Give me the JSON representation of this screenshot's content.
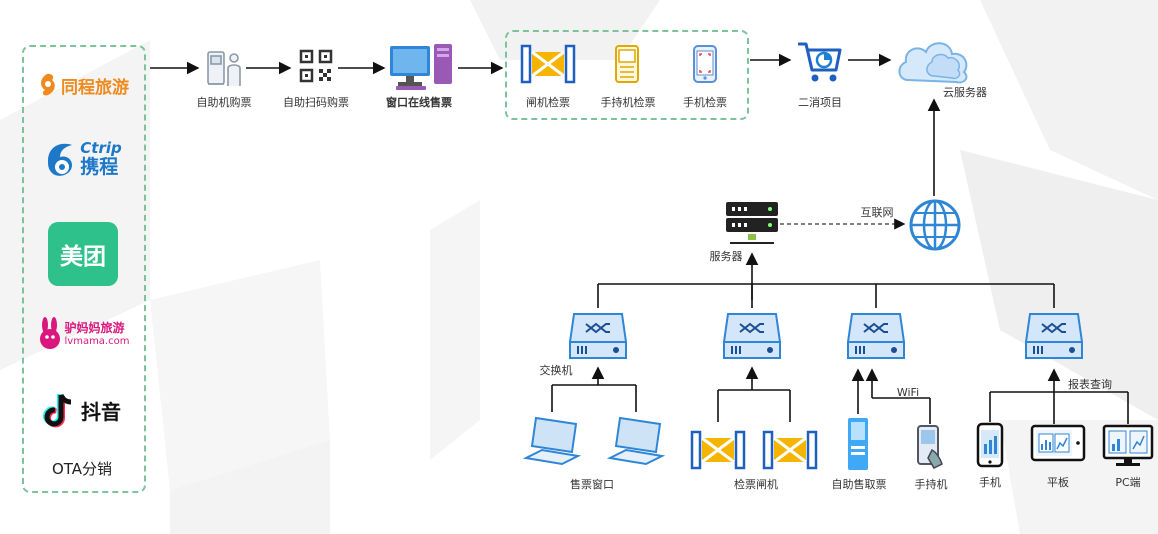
{
  "ota": {
    "title": "OTA分销",
    "logos": [
      {
        "name": "同程旅游"
      },
      {
        "name": "携程",
        "sub": "Ctrip"
      },
      {
        "name": "美团"
      },
      {
        "name": "驴妈妈旅游",
        "sub": "lvmama.com"
      },
      {
        "name": "抖音"
      }
    ]
  },
  "flow": {
    "self_kiosk": "自助机购票",
    "scan_buy": "自助扫码购票",
    "window_online": "窗口在线售票",
    "gate_check": "闸机检票",
    "handheld_check": "手持机检票",
    "phone_check": "手机检票",
    "secondary": "二消项目",
    "cloud": "云服务器"
  },
  "network": {
    "internet": "互联网",
    "server": "服务器",
    "switch": "交换机",
    "wifi": "WiFi",
    "report": "报表查询"
  },
  "devices": {
    "ticket_window": "售票窗口",
    "gate": "检票闸机",
    "self_terminal": "自助售取票",
    "handheld": "手持机",
    "phone": "手机",
    "tablet": "平板",
    "pc": "PC端"
  },
  "colors": {
    "accent": "#1f7fd1",
    "dash": "#7cc39b",
    "gate_yellow": "#f4b400",
    "meituan": "#2ec18b"
  }
}
